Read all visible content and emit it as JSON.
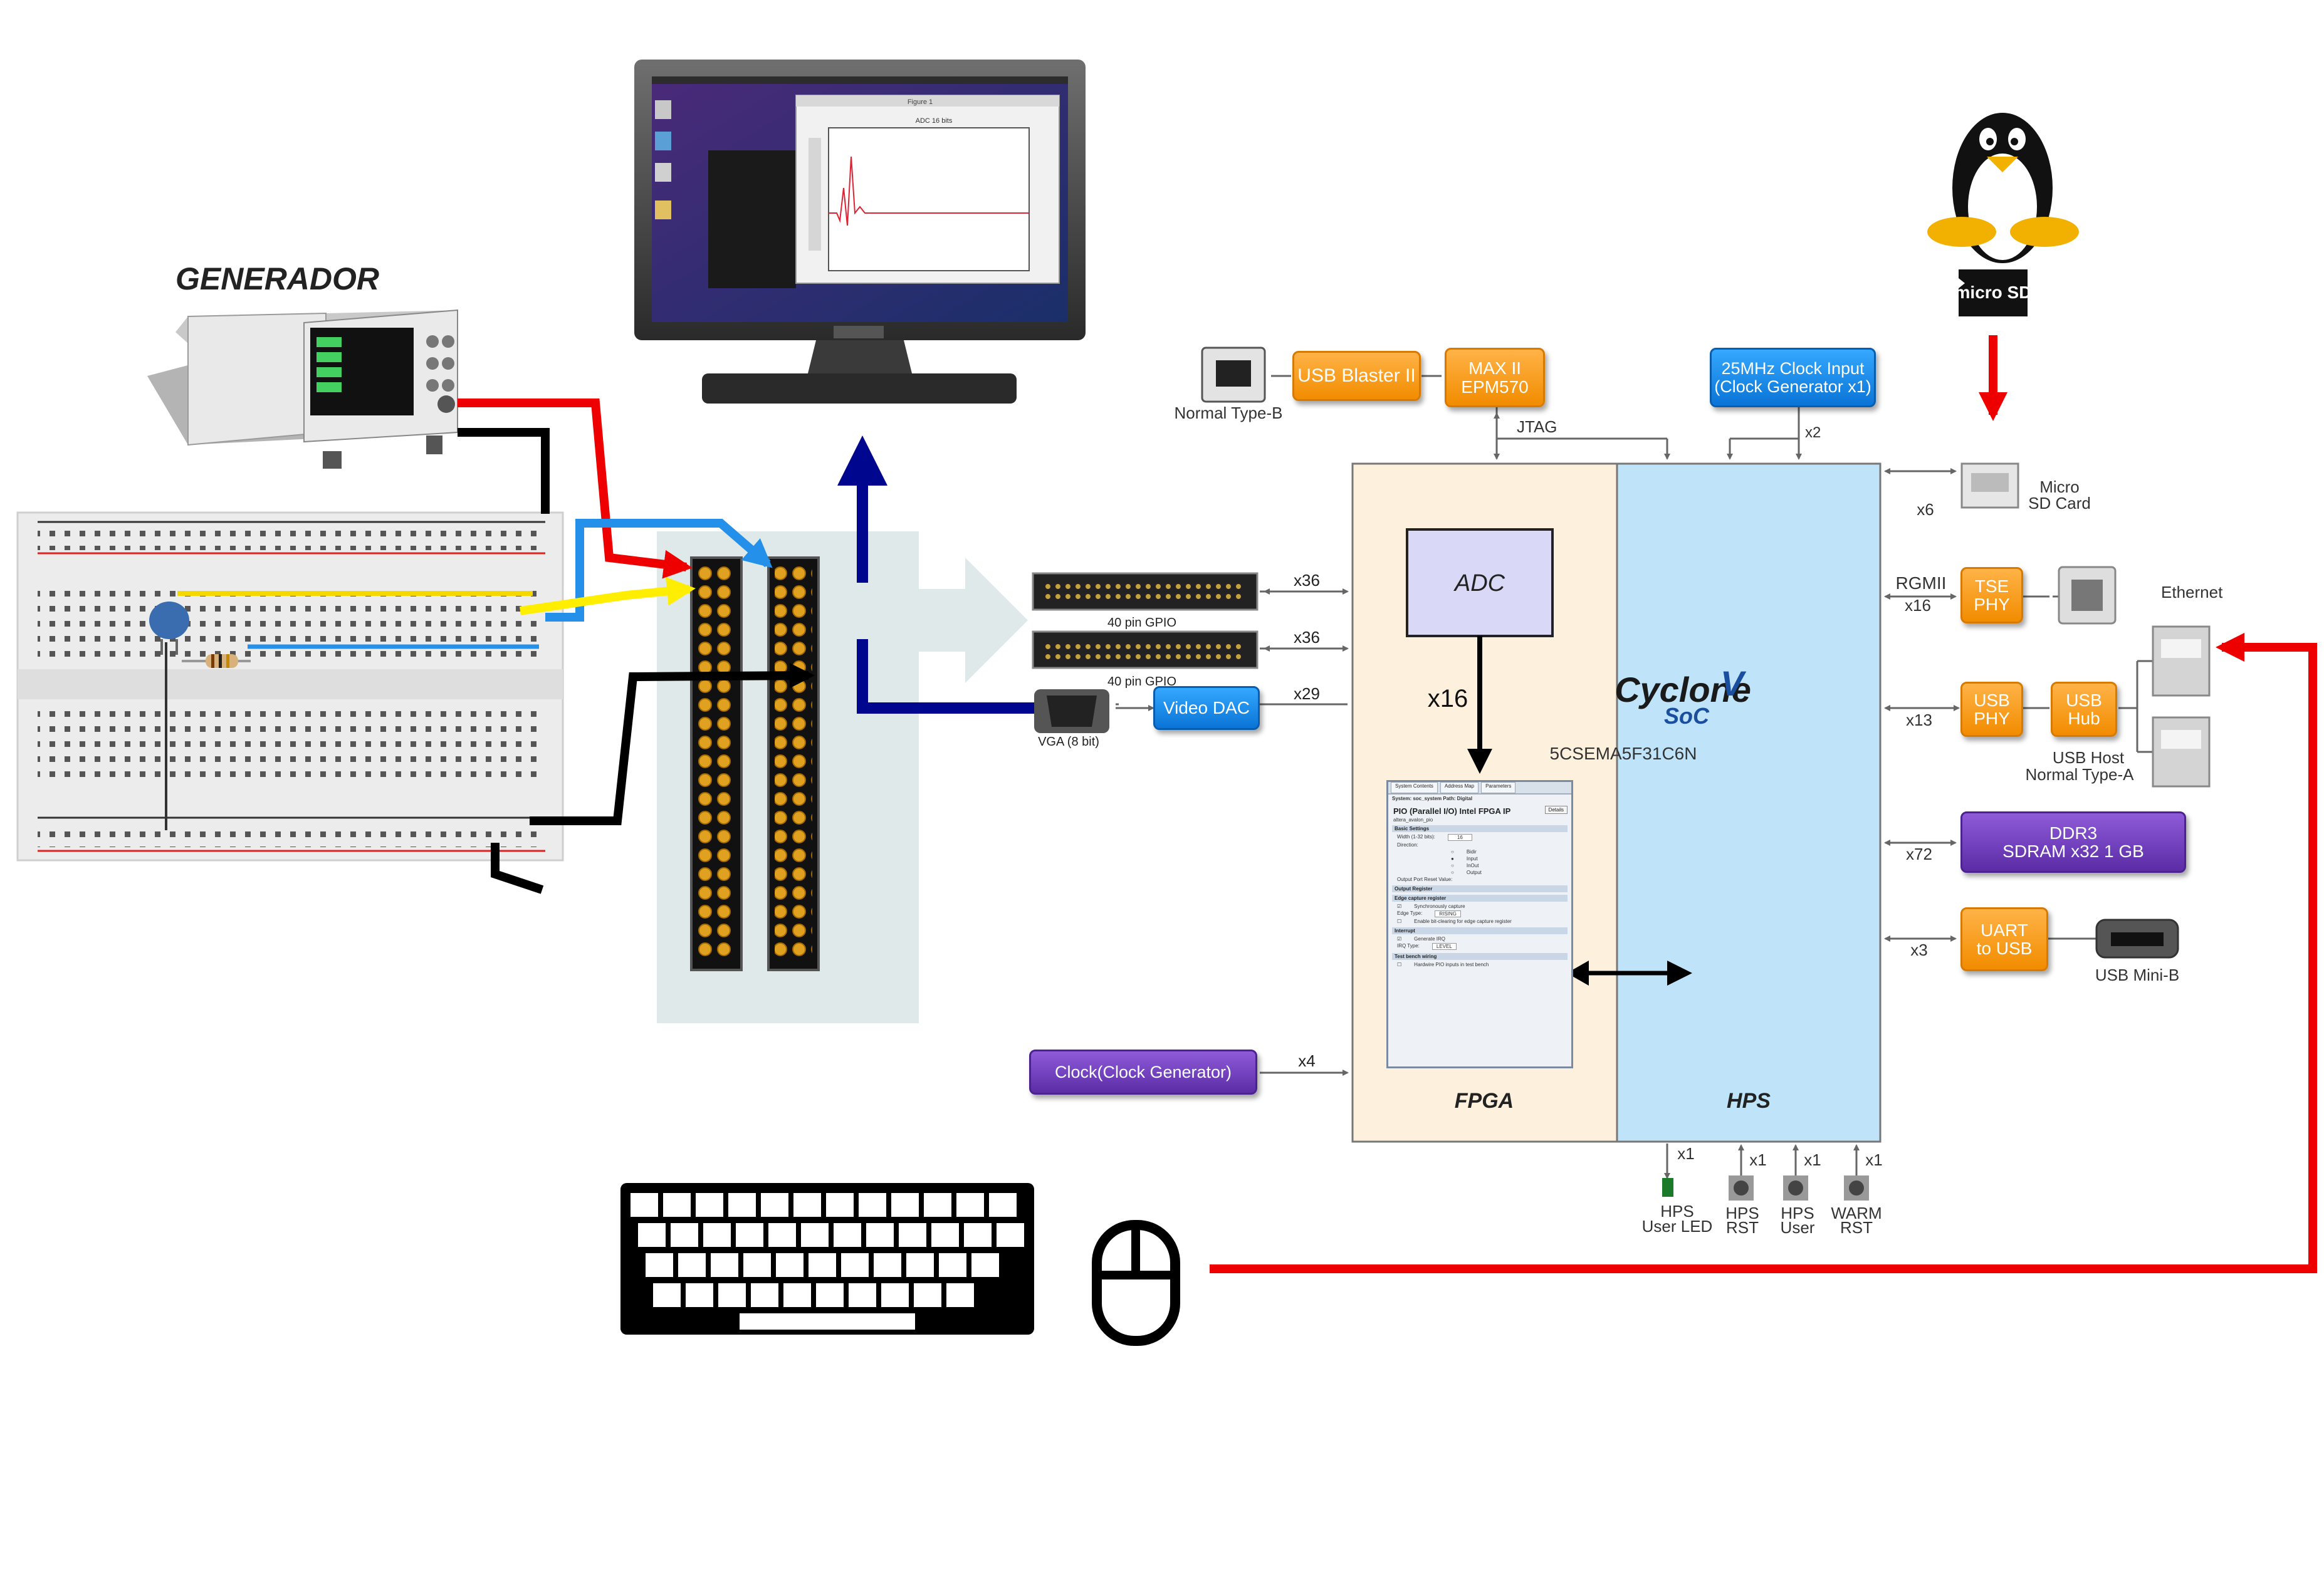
{
  "left": {
    "generator_label": "GENERADOR",
    "gpio1": "40 pin GPIO",
    "gpio2": "40 pin GPIO",
    "vga": "VGA (8 bit)",
    "monitor_plot_title": "ADC 16 bits",
    "monitor_window_title": "Figure 1"
  },
  "top_blocks": {
    "normal_type_b": "Normal Type-B",
    "usb_blaster": "USB Blaster II",
    "max2_line1": "MAX II",
    "max2_line2": "EPM570",
    "jtag": "JTAG",
    "clock_line1": "25MHz Clock Input",
    "clock_line2": "(Clock Generator x1)",
    "x2": "x2"
  },
  "fpga_side": {
    "adc": "ADC",
    "x16": "x16",
    "x36a": "x36",
    "x36b": "x36",
    "x29": "x29",
    "video_dac": "Video DAC",
    "clock_gen": "Clock(Clock Generator)",
    "x4": "x4",
    "fpga": "FPGA",
    "hps": "HPS",
    "cyclone": "Cyclone",
    "cyclone_v": "V",
    "soc": "SoC",
    "part": "5CSEMA5F31C6N"
  },
  "pio_window": {
    "tab1": "System Contents",
    "tab2": "Address Map",
    "tab3": "Parameters",
    "system_line": "System: soc_system   Path: Digital",
    "title": "PIO (Parallel I/O) Intel FPGA IP",
    "sub": "altera_avalon_pio",
    "details": "Details",
    "sect_basic": "Basic Settings",
    "width_label": "Width (1-32 bits):",
    "width_val": "16",
    "direction": "Direction:",
    "dir1": "Bidir",
    "dir2": "Input",
    "dir3": "InOut",
    "dir4": "Output",
    "reset_label": "Output Port Reset Value:",
    "sect_output": "Output Register",
    "sect_edge": "Edge capture register",
    "sync": "Synchronously capture",
    "edge_type": "Edge Type:",
    "edge_val": "RISING",
    "bit_clear": "Enable bit-clearing for edge capture register",
    "sect_interrupt": "Interrupt",
    "gen_irq": "Generate IRQ",
    "irq_type": "IRQ Type:",
    "irq_val": "LEVEL",
    "sect_test": "Test bench wiring",
    "hw_pio": "Hardwire PIO inputs in test bench"
  },
  "right_side": {
    "x6": "x6",
    "micro_sd_1": "Micro",
    "micro_sd_2": "SD Card",
    "rgmii": "RGMII",
    "x16": "x16",
    "tse_1": "TSE",
    "tse_2": "PHY",
    "ethernet": "Ethernet",
    "x13": "x13",
    "usbphy_1": "USB",
    "usbphy_2": "PHY",
    "usbhub_1": "USB",
    "usbhub_2": "Hub",
    "usb_host_1": "USB Host",
    "usb_host_2": "Normal Type-A",
    "x72": "x72",
    "ddr3_1": "DDR3",
    "ddr3_2": "SDRAM x32 1 GB",
    "x3": "x3",
    "uart_1": "UART",
    "uart_2": "to USB",
    "mini_b": "USB Mini-B",
    "sd_brand": "micro SD"
  },
  "bottom": {
    "x1a": "x1",
    "x1b": "x1",
    "x1c": "x1",
    "x1d": "x1",
    "led_1": "HPS",
    "led_2": "User LED",
    "rst_1": "HPS",
    "rst_2": "RST",
    "user_1": "HPS",
    "user_2": "User",
    "warm_1": "WARM",
    "warm_2": "RST"
  },
  "colors": {
    "fpga_bg": "#fdf0dc",
    "hps_bg": "#bfe3f8",
    "adc_bg": "#d9d9f7",
    "red_wire": "#ee0000",
    "blue_wire": "#2590ea",
    "navy_arrow": "#00078e",
    "yellow_wire": "#ffee00"
  }
}
